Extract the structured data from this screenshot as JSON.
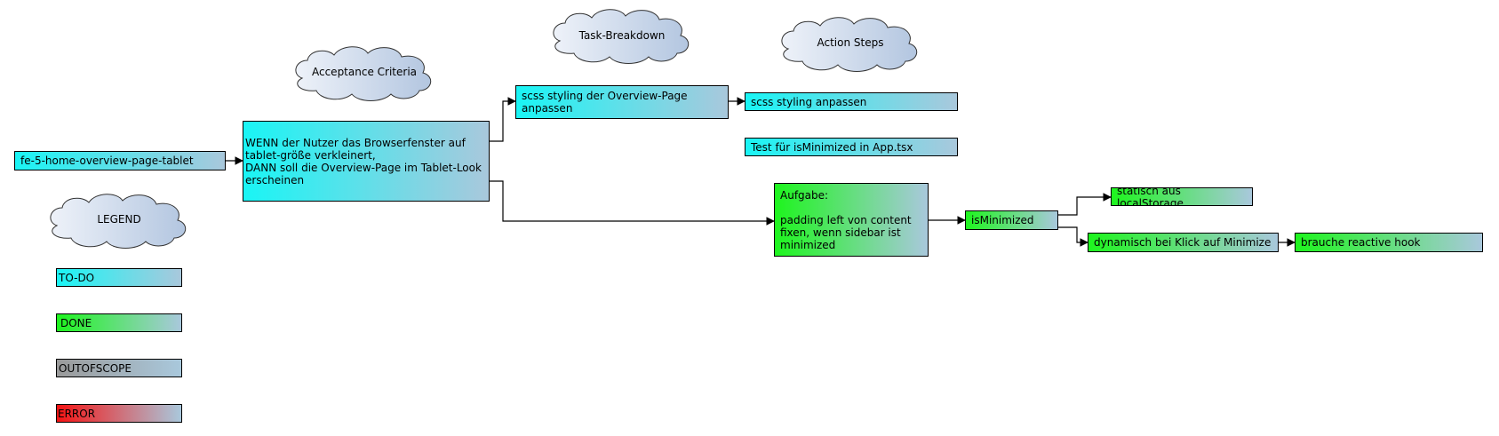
{
  "clouds": {
    "acceptance": "Acceptance Criteria",
    "task": "Task-Breakdown",
    "action": "Action Steps",
    "legend": "LEGEND"
  },
  "nodes": {
    "story": "fe-5-home-overview-page-tablet",
    "criteria": "WENN der Nutzer das Browserfenster auf\ntablet-größe verkleinert,\n DANN soll die Overview-Page im Tablet-Look\nerscheinen",
    "scss_task": "scss styling der Overview-Page\nanpassen",
    "scss_action": "scss styling anpassen",
    "test_action": "Test für isMinimized in App.tsx",
    "aufgabe": "Aufgabe:\n\n padding left von content\nfixen, wenn sidebar ist\nminimized",
    "is_minimized": "isMinimized",
    "statisch": "statisch aus localStorage",
    "dynamisch": "dynamisch bei Klick auf Minimize",
    "reactive": "brauche reactive hook"
  },
  "legend": {
    "todo": "TO-DO",
    "done": "DONE",
    "outofscope": "OUTOFSCOPE",
    "error": "ERROR"
  },
  "colors": {
    "todo": "#19f5f5",
    "done": "#1ef51e",
    "outofscope": "#9a9a9a",
    "error": "#f51414",
    "gradient_end": "#a9c8dc",
    "cloud_fill": "#c9d6e8"
  }
}
